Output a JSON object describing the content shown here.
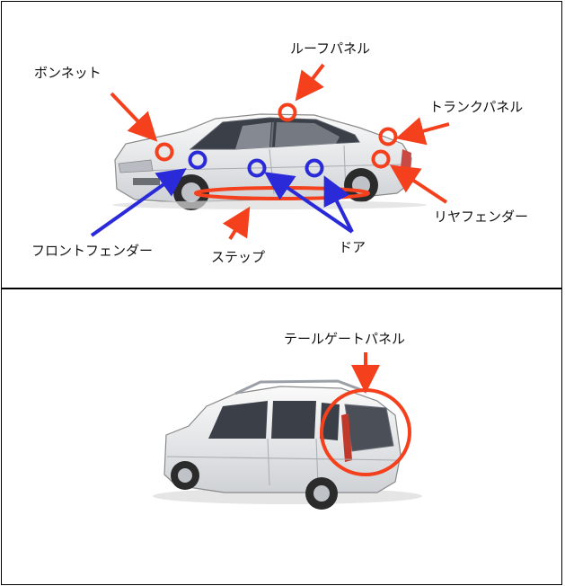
{
  "labels": {
    "bonnet": "ボンネット",
    "roof_panel": "ルーフパネル",
    "trunk_panel": "トランクパネル",
    "rear_fender": "リヤフェンダー",
    "front_fender": "フロントフェンダー",
    "step": "ステップ",
    "door": "ドア",
    "tailgate_panel": "テールゲートパネル"
  },
  "colors": {
    "marker_red": "#f4401c",
    "marker_blue": "#2a2ad8",
    "car_body": "#e8e8e8",
    "car_outline": "#8a8a8a",
    "glass": "#3a3f48",
    "tire": "#2b2b2b"
  }
}
